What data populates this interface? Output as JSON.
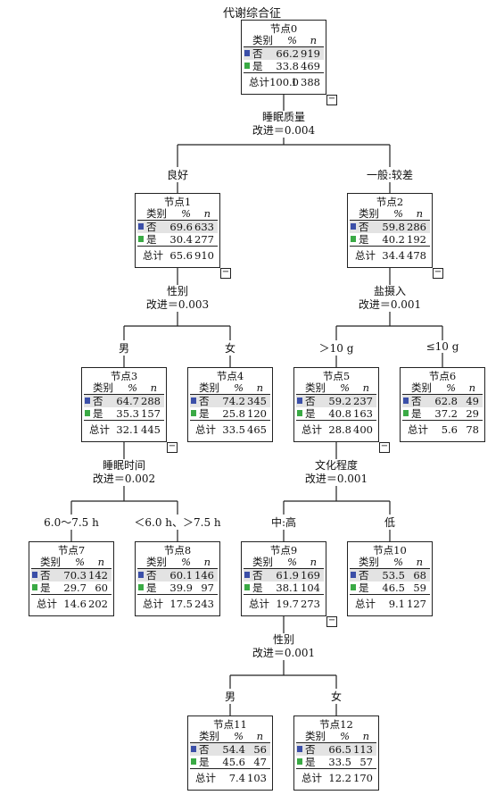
{
  "root_title": "代谢综合征",
  "header": {
    "cat": "类别",
    "pct": "%",
    "n": "n"
  },
  "labels": {
    "no": "否",
    "yes": "是",
    "total": "总计"
  },
  "colors": {
    "no": "#3b4fa8",
    "yes": "#3aaa45"
  },
  "nodes": [
    {
      "title": "节点0",
      "no_pct": "66.2",
      "no_n": "919",
      "yes_pct": "33.8",
      "yes_n": "469",
      "tot_pct": "100.0",
      "tot_n": "1 388"
    },
    {
      "title": "节点1",
      "no_pct": "69.6",
      "no_n": "633",
      "yes_pct": "30.4",
      "yes_n": "277",
      "tot_pct": "65.6",
      "tot_n": "910"
    },
    {
      "title": "节点2",
      "no_pct": "59.8",
      "no_n": "286",
      "yes_pct": "40.2",
      "yes_n": "192",
      "tot_pct": "34.4",
      "tot_n": "478"
    },
    {
      "title": "节点3",
      "no_pct": "64.7",
      "no_n": "288",
      "yes_pct": "35.3",
      "yes_n": "157",
      "tot_pct": "32.1",
      "tot_n": "445"
    },
    {
      "title": "节点4",
      "no_pct": "74.2",
      "no_n": "345",
      "yes_pct": "25.8",
      "yes_n": "120",
      "tot_pct": "33.5",
      "tot_n": "465"
    },
    {
      "title": "节点5",
      "no_pct": "59.2",
      "no_n": "237",
      "yes_pct": "40.8",
      "yes_n": "163",
      "tot_pct": "28.8",
      "tot_n": "400"
    },
    {
      "title": "节点6",
      "no_pct": "62.8",
      "no_n": "49",
      "yes_pct": "37.2",
      "yes_n": "29",
      "tot_pct": "5.6",
      "tot_n": "78"
    },
    {
      "title": "节点7",
      "no_pct": "70.3",
      "no_n": "142",
      "yes_pct": "29.7",
      "yes_n": "60",
      "tot_pct": "14.6",
      "tot_n": "202"
    },
    {
      "title": "节点8",
      "no_pct": "60.1",
      "no_n": "146",
      "yes_pct": "39.9",
      "yes_n": "97",
      "tot_pct": "17.5",
      "tot_n": "243"
    },
    {
      "title": "节点9",
      "no_pct": "61.9",
      "no_n": "169",
      "yes_pct": "38.1",
      "yes_n": "104",
      "tot_pct": "19.7",
      "tot_n": "273"
    },
    {
      "title": "节点10",
      "no_pct": "53.5",
      "no_n": "68",
      "yes_pct": "46.5",
      "yes_n": "59",
      "tot_pct": "9.1",
      "tot_n": "127"
    },
    {
      "title": "节点11",
      "no_pct": "54.4",
      "no_n": "56",
      "yes_pct": "45.6",
      "yes_n": "47",
      "tot_pct": "7.4",
      "tot_n": "103"
    },
    {
      "title": "节点12",
      "no_pct": "66.5",
      "no_n": "113",
      "yes_pct": "33.5",
      "yes_n": "57",
      "tot_pct": "12.2",
      "tot_n": "170"
    }
  ],
  "splits": [
    {
      "variable": "睡眠质量",
      "improvement": "改进＝0.004",
      "left": "良好",
      "right": "一般:较差"
    },
    {
      "variable": "性别",
      "improvement": "改进＝0.003",
      "left": "男",
      "right": "女"
    },
    {
      "variable": "盐摄入",
      "improvement": "改进＝0.001",
      "left": "＞10 g",
      "right": "≤10 g"
    },
    {
      "variable": "睡眠时间",
      "improvement": "改进＝0.002",
      "left": "6.0～7.5 h",
      "right": "＜6.0 h、＞7.5 h"
    },
    {
      "variable": "文化程度",
      "improvement": "改进＝0.001",
      "left": "中:高",
      "right": "低"
    },
    {
      "variable": "性别",
      "improvement": "改进＝0.001",
      "left": "男",
      "right": "女"
    }
  ]
}
